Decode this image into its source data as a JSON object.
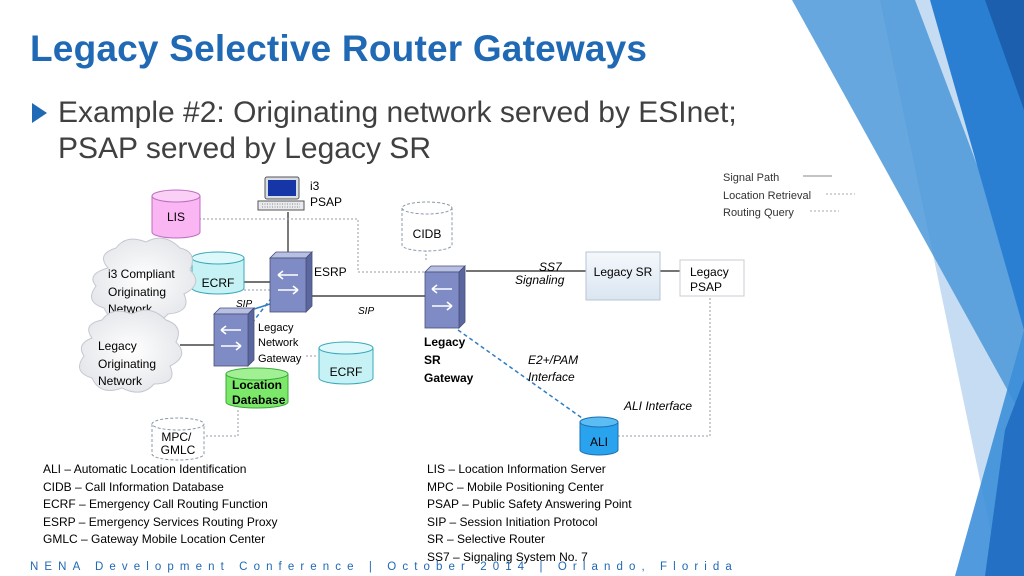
{
  "slide": {
    "title": "Legacy Selective Router Gateways",
    "bullet": "Example #2: Originating network served by ESInet; PSAP served by Legacy SR"
  },
  "legend": {
    "signal_path": "Signal Path",
    "location_retrieval": "Location Retrieval",
    "routing_query": "Routing Query"
  },
  "diagram": {
    "i3_psap": [
      "i3",
      "PSAP"
    ],
    "lis": "LIS",
    "cidb": "CIDB",
    "ecrf_top": "ECRF",
    "ecrf_bottom": "ECRF",
    "esrp": "ESRP",
    "i3_network": [
      "i3 Compliant",
      "Originating",
      "Network"
    ],
    "legacy_network": [
      "Legacy",
      "Originating",
      "Network"
    ],
    "legacy_network_gateway": [
      "Legacy",
      "Network",
      "Gateway"
    ],
    "location_database": [
      "Location",
      "Database"
    ],
    "mpc_gmlc": [
      "MPC/",
      "GMLC"
    ],
    "legacy_sr_gateway": [
      "Legacy",
      "SR",
      "Gateway"
    ],
    "legacy_sr": "Legacy SR",
    "legacy_psap": [
      "Legacy",
      "PSAP"
    ],
    "ali": "ALI",
    "sip_left": "SIP",
    "sip_mid": "SIP",
    "ss7": [
      "SS7",
      "Signaling"
    ],
    "e2_pam": [
      "E2+/PAM",
      "Interface"
    ],
    "ali_interface": "ALI Interface"
  },
  "glossary": {
    "left": [
      "ALI – Automatic Location Identification",
      "CIDB – Call Information Database",
      "ECRF – Emergency Call Routing Function",
      "ESRP – Emergency Services Routing Proxy",
      "GMLC – Gateway Mobile Location Center"
    ],
    "right": [
      "LIS – Location Information Server",
      "MPC – Mobile Positioning Center",
      "PSAP – Public Safety Answering Point",
      "SIP – Session Initiation Protocol",
      "SR – Selective Router",
      "SS7 – Signaling System No. 7"
    ]
  },
  "footer": "NENA Development Conference | October 2014 | Orlando, Florida",
  "colors": {
    "title_blue": "#2069b5",
    "lis_fill": "#f9b6f3",
    "ecrf_fill": "#c6f2f5",
    "location_db_fill": "#7ce86a",
    "ali_fill": "#2aa3ee",
    "router_fill": "#7e8bc4"
  }
}
